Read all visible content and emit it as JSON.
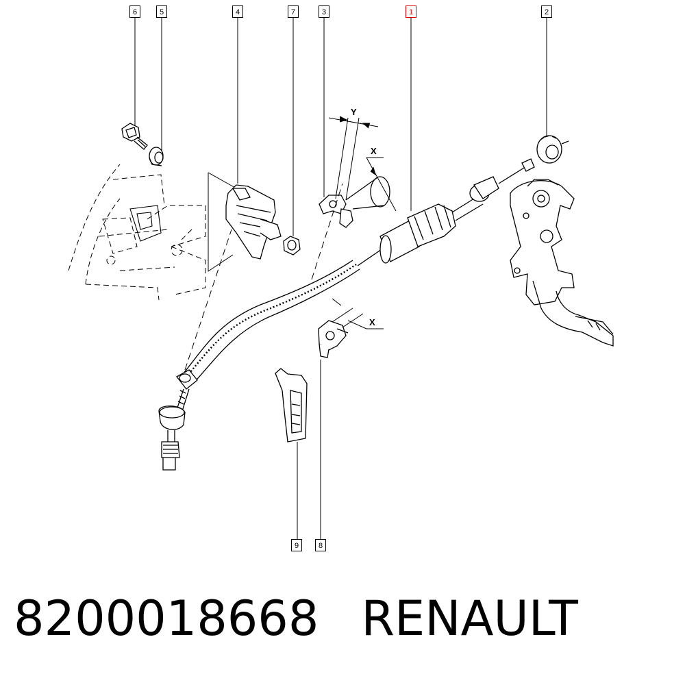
{
  "callouts": {
    "c1": "1",
    "c2": "2",
    "c3": "3",
    "c4": "4",
    "c5": "5",
    "c6": "6",
    "c7": "7",
    "c8": "8",
    "c9": "9"
  },
  "highlight_color": "#d00000",
  "dimensions": {
    "y_label": "Y",
    "x_label_upper": "X",
    "x_label_lower": "X"
  },
  "caption": {
    "part_number": "8200018668",
    "brand": "RENAULT"
  }
}
